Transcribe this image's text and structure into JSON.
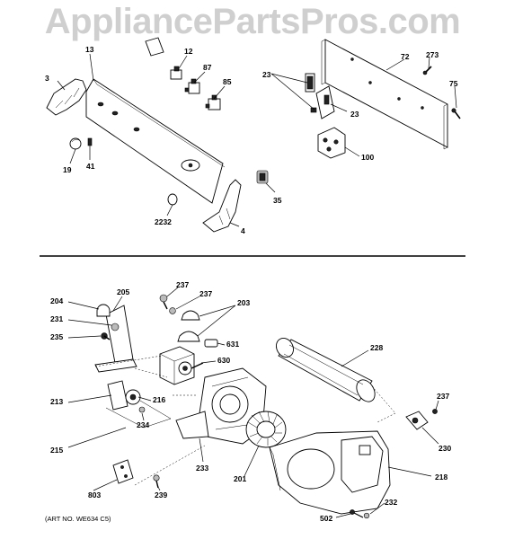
{
  "watermark": "AppliancePartsPros.com",
  "art_number": "(ART NO. WE634 C5)",
  "part_labels": {
    "p3": "3",
    "p13": "13",
    "p12": "12",
    "p87": "87",
    "p85": "85",
    "p19": "19",
    "p41": "41",
    "p2232": "2232",
    "p4": "4",
    "p35": "35",
    "p23a": "23",
    "p23b": "23",
    "p72": "72",
    "p273": "273",
    "p75": "75",
    "p100": "100",
    "p204": "204",
    "p205": "205",
    "p231": "231",
    "p235": "235",
    "p237a": "237",
    "p237b": "237",
    "p203": "203",
    "p631": "631",
    "p630": "630",
    "p228": "228",
    "p213": "213",
    "p216": "216",
    "p234": "234",
    "p215": "215",
    "p233": "233",
    "p201": "201",
    "p237c": "237",
    "p230": "230",
    "p218": "218",
    "p803": "803",
    "p239": "239",
    "p232": "232",
    "p502": "502"
  }
}
